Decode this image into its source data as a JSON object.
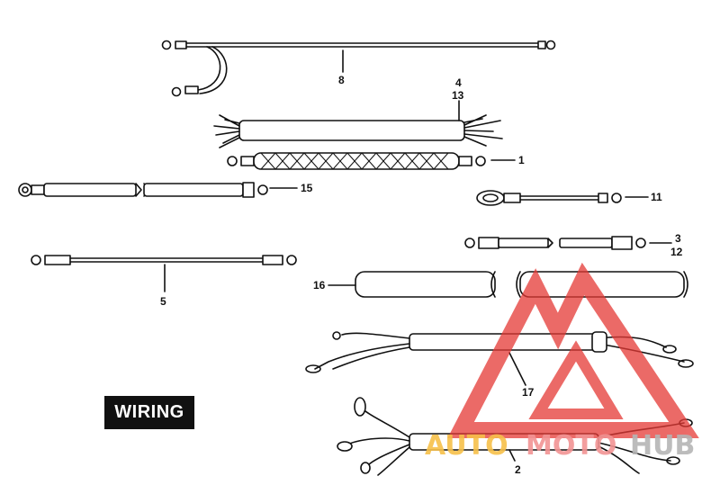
{
  "title": "WIRING",
  "labels": {
    "l8": "8",
    "l4": "4",
    "l13": "13",
    "l1": "1",
    "l15": "15",
    "l11": "11",
    "l3": "3",
    "l12": "12",
    "l5": "5",
    "l16": "16",
    "l17": "17",
    "l2": "2"
  },
  "watermark": {
    "auto": "AUTO",
    "moto": "MOTO",
    "hub": "HUB",
    "colors": {
      "auto": "#f7c04a",
      "moto": "#f29494",
      "hub": "#b5b5b5",
      "mark": "#e53935"
    }
  }
}
